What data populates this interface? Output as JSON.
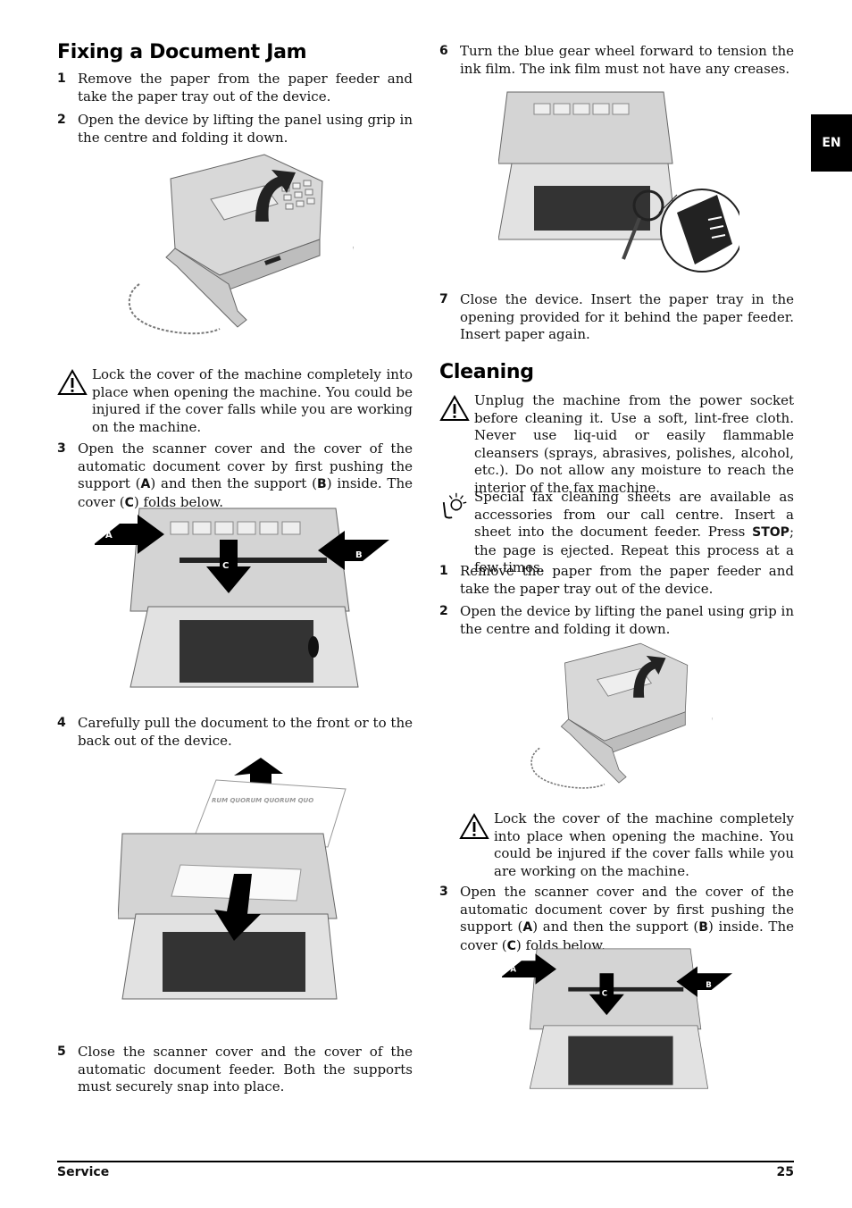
{
  "side_tab": "EN",
  "left": {
    "heading": "Fixing a Document Jam",
    "step1": {
      "num": "1",
      "text": "Remove the paper from the paper feeder and take the paper tray out of the device."
    },
    "step2": {
      "num": "2",
      "text": "Open the device by lifting the panel using grip in the centre and folding it down."
    },
    "warning": "Lock the cover of the machine completely into place when opening the machine. You could be injured if the cover falls while you are working on the machine.",
    "step3": {
      "num": "3",
      "p1": "Open the scanner cover and the cover of the automatic document cover by first pushing the support (",
      "a": "A",
      "p2": ") and then the support (",
      "b": "B",
      "p3": ") inside. The cover (",
      "c": "C",
      "p4": ") folds below."
    },
    "fig3_labels": {
      "a": "A",
      "b": "B",
      "c": "C"
    },
    "step4": {
      "num": "4",
      "text": "Carefully pull the document to the front or to the back out of the device."
    },
    "fig4_paper_text": "RUM QUORUM QUORUM QUO",
    "step5": {
      "num": "5",
      "text": "Close the scanner cover and the cover of the automatic document feeder. Both the supports must securely snap into place."
    }
  },
  "right": {
    "step6": {
      "num": "6",
      "text": "Turn the blue gear wheel forward to tension the ink film. The ink film must not have any creases."
    },
    "step7": {
      "num": "7",
      "text": "Close the device. Insert the paper tray in the opening provided for it behind the paper feeder. Insert paper again."
    },
    "heading": "Cleaning",
    "warning": "Unplug the machine from the power socket before cleaning it. Use a soft, lint-free cloth. Never use liq-uid or easily flammable cleansers (sprays, abrasives, polishes, alcohol, etc.). Do not allow any moisture to reach the interior of the fax machine.",
    "tip": {
      "p1": "Special fax cleaning sheets are available as accessories from our call centre. Insert a sheet into the document feeder. Press ",
      "key": "STOP",
      "p2": "; the page is ejected. Repeat this process at a few times."
    },
    "step1": {
      "num": "1",
      "text": "Remove the paper from the paper feeder and take the paper tray out of the device."
    },
    "step2": {
      "num": "2",
      "text": "Open the device by lifting the panel using grip in the centre and folding it down."
    },
    "warning2": "Lock the cover of the machine completely into place when opening the machine. You could be injured if the cover falls while you are working on the machine.",
    "step3": {
      "num": "3",
      "p1": "Open the scanner cover and the cover of the automatic document cover by first pushing the support (",
      "a": "A",
      "p2": ") and then the support (",
      "b": "B",
      "p3": ") inside. The cover (",
      "c": "C",
      "p4": ") folds below."
    },
    "fig3_labels": {
      "a": "A",
      "b": "B",
      "c": "C"
    }
  },
  "footer": {
    "section": "Service",
    "page": "25"
  }
}
